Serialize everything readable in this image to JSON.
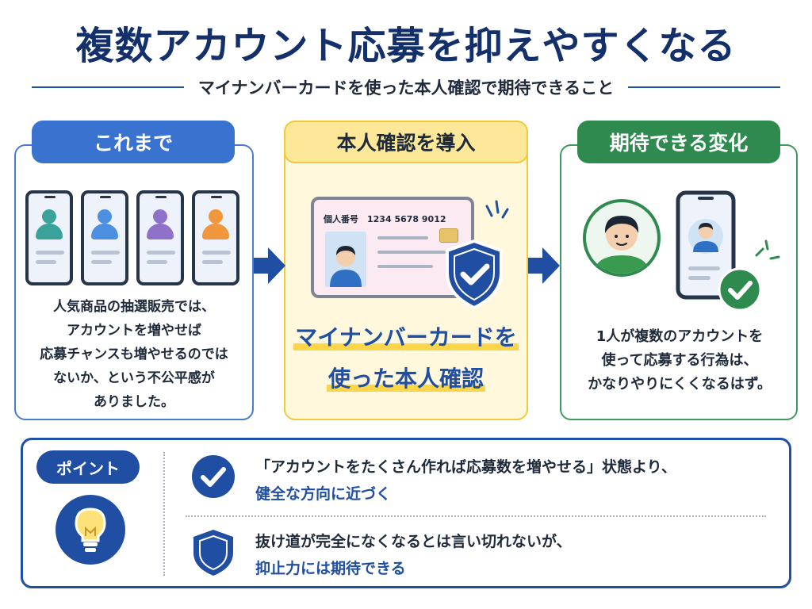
{
  "title": "複数アカウント応募を抑えやすくなる",
  "subtitle": "マイナンバーカードを使った本人確認で期待できること",
  "panels": {
    "before": {
      "heading": "これまで",
      "lines": [
        "人気商品の抽選販売では、",
        "アカウントを増やせば",
        "応募チャンスも増やせるのでは",
        "ないか、という不公平感が",
        "ありました。"
      ]
    },
    "intro": {
      "heading": "本人確認を導入",
      "card_label": "個人番号　1234 5678 9012",
      "highlight_lines": [
        "マイナンバーカードを",
        "使った本人確認"
      ]
    },
    "after": {
      "heading": "期待できる変化",
      "lines": [
        "1人が複数のアカウントを",
        "使って応募する行為は、",
        "かなりやりにくくなるはず。"
      ]
    }
  },
  "point": {
    "badge": "ポイント",
    "item1": {
      "line1": "「アカウントをたくさん作れば応募数を増やせる」状態より、",
      "line2": "健全な方向に近づく"
    },
    "item2": {
      "line1": "抜け道が完全になくなるとは言い切れないが、",
      "line2": "抑止力には期待できる"
    }
  },
  "colors": {
    "navy": "#14306b",
    "blue": "#1f4ea3",
    "left_accent": "#3a72cf",
    "yellow": "#f0c93c",
    "green": "#2f8a4f"
  },
  "icons": [
    "person-teal-icon",
    "person-blue-icon",
    "person-purple-icon",
    "person-orange-icon",
    "arrow-right-icon",
    "shield-check-icon",
    "check-circle-icon",
    "lightbulb-icon",
    "shield-icon"
  ]
}
